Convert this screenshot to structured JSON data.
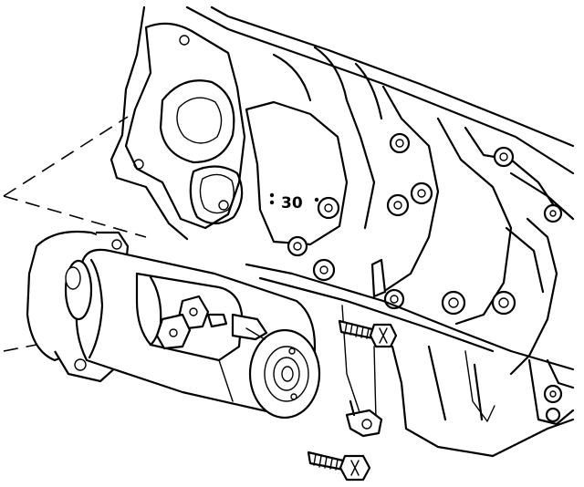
{
  "diagram": {
    "callout_label": "30",
    "parts": [
      {
        "id": "engine-block",
        "icon": "engine-block-icon"
      },
      {
        "id": "starter-motor",
        "icon": "starter-motor-icon"
      },
      {
        "id": "starter-bolt-upper",
        "icon": "bolt-icon"
      },
      {
        "id": "starter-bolt-lower",
        "icon": "bolt-icon"
      },
      {
        "id": "ground-terminal",
        "icon": "ring-terminal-icon"
      }
    ]
  }
}
